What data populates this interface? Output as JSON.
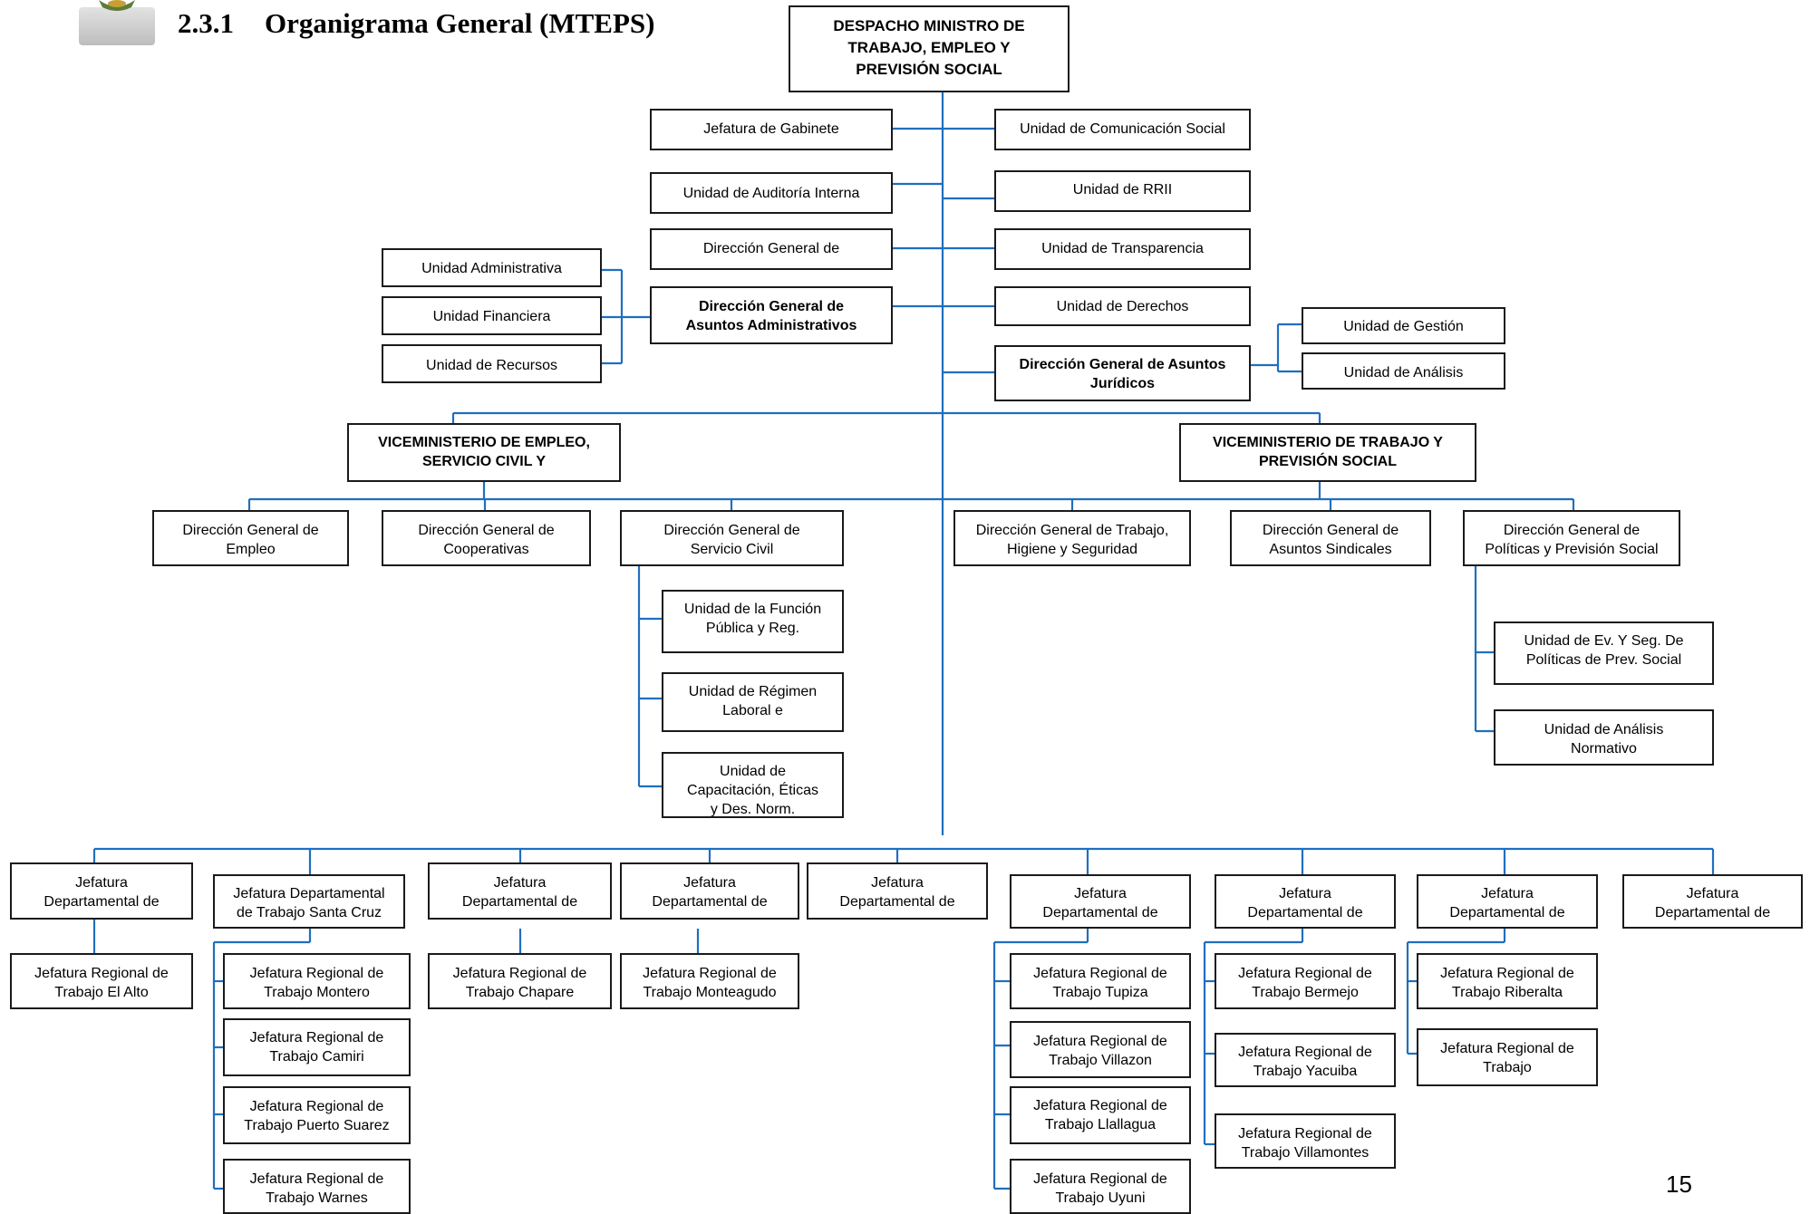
{
  "heading": {
    "number": "2.3.1",
    "title": "Organigrama General (MTEPS)"
  },
  "page_number": "15",
  "colors": {
    "connector": "#1f6fbf",
    "border": "#1a1a1a"
  },
  "nodes": {
    "despacho": "DESPACHO MINISTRO DE\nTRABAJO, EMPLEO Y\nPREVISIÓN SOCIAL",
    "jefatura_gabinete": "Jefatura de Gabinete",
    "auditoria": "Unidad de Auditoría Interna",
    "dg_planificacion": "Dirección General de",
    "dg_administrativos": "Dirección General de\nAsuntos  Administrativos",
    "u_administrativa": "Unidad Administrativa",
    "u_financiera": "Unidad Financiera",
    "u_recursos": "Unidad de Recursos",
    "comunicacion": "Unidad de Comunicación Social",
    "rrii": "Unidad de RRII",
    "transparencia": "Unidad de Transparencia",
    "derechos": "Unidad de Derechos",
    "dg_juridicos": "Dirección General de Asuntos\nJurídicos",
    "u_gestion": "Unidad de Gestión",
    "u_analisis_jur": "Unidad de Análisis",
    "vm_empleo": "VICEMINISTERIO DE EMPLEO,\nSERVICIO CIVIL Y",
    "vm_trabajo": "VICEMINISTERIO DE TRABAJO Y\nPREVISIÓN SOCIAL",
    "dg_empleo": "Dirección General de\nEmpleo",
    "dg_cooperativas": "Dirección General de\nCooperativas",
    "dg_servicio_civil": "Dirección General de\nServicio Civil",
    "u_funcion_publica": "Unidad de la Función\nPública y Reg.",
    "u_regimen_laboral": "Unidad de Régimen\nLaboral e",
    "u_capacitacion": "Unidad de\nCapacitación,  Éticas\ny Des. Norm.",
    "dg_trabajo_higiene": "Dirección General de Trabajo,\nHigiene y Seguridad",
    "dg_sindicales": "Dirección General de\nAsuntos Sindicales",
    "dg_politicas": "Dirección General de\nPolíticas y Previsión Social",
    "u_ev_seg": "Unidad de Ev. Y Seg. De\nPolíticas de Prev. Social",
    "u_analisis_norm": "Unidad de Análisis\nNormativo",
    "jd_1": "Jefatura\nDepartamental de",
    "jd_santa_cruz": "Jefatura Departamental\nde Trabajo Santa Cruz",
    "jd_3": "Jefatura\nDepartamental de",
    "jd_4": "Jefatura\nDepartamental de",
    "jd_5": "Jefatura\nDepartamental de",
    "jd_6": "Jefatura\nDepartamental de",
    "jd_7": "Jefatura\nDepartamental de",
    "jd_8": "Jefatura\nDepartamental de",
    "jd_9": "Jefatura\nDepartamental de",
    "jr_el_alto": "Jefatura Regional de\nTrabajo El Alto",
    "jr_montero": "Jefatura Regional de\nTrabajo Montero",
    "jr_camiri": "Jefatura Regional de\nTrabajo Camiri",
    "jr_puerto_suarez": "Jefatura Regional de\nTrabajo Puerto Suarez",
    "jr_warnes": "Jefatura Regional de\nTrabajo Warnes",
    "jr_chapare": "Jefatura Regional de\nTrabajo Chapare",
    "jr_monteagudo": "Jefatura Regional de\nTrabajo Monteagudo",
    "jr_tupiza": "Jefatura Regional de\nTrabajo Tupiza",
    "jr_villazon": "Jefatura Regional de\nTrabajo Villazon",
    "jr_llallagua": "Jefatura Regional de\nTrabajo Llallagua",
    "jr_uyuni": "Jefatura Regional de\nTrabajo Uyuni",
    "jr_bermejo": "Jefatura Regional de\nTrabajo Bermejo",
    "jr_yacuiba": "Jefatura Regional de\nTrabajo Yacuiba",
    "jr_villamontes": "Jefatura Regional de\nTrabajo Villamontes",
    "jr_riberalta": "Jefatura Regional de\nTrabajo Riberalta",
    "jr_trabajo": "Jefatura Regional de\nTrabajo"
  }
}
